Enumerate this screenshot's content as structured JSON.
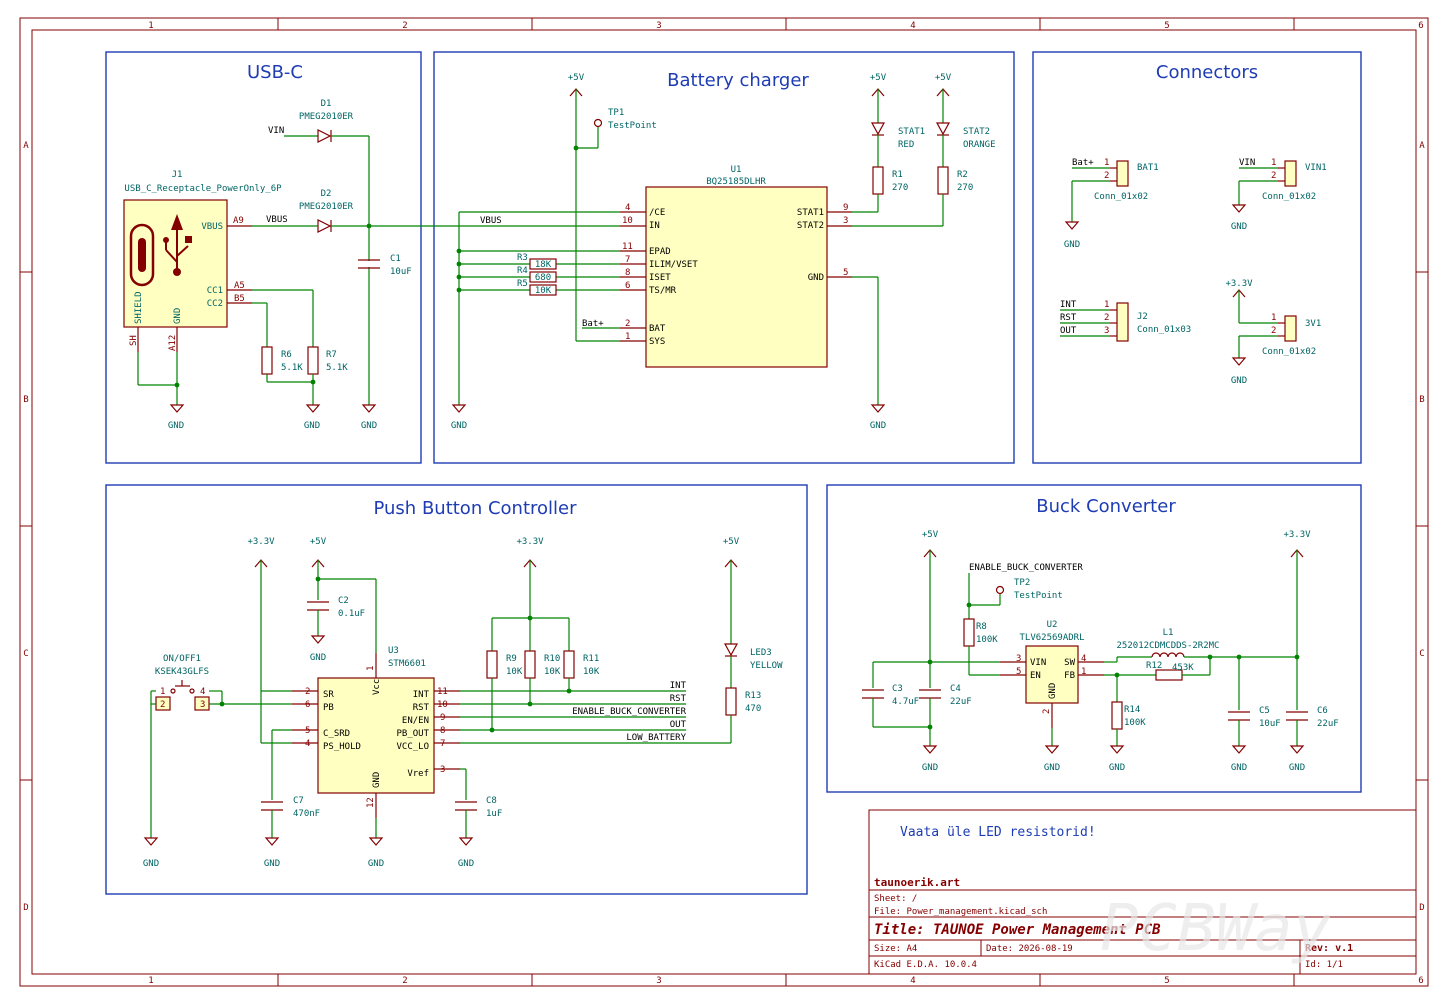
{
  "blocks": {
    "usb": "USB-C",
    "charger": "Battery charger",
    "connectors": "Connectors",
    "pushbutton": "Push Button Controller",
    "buck": "Buck Converter"
  },
  "frame": {
    "cols": [
      "1",
      "2",
      "3",
      "4",
      "5",
      "6"
    ],
    "rows": [
      "A",
      "B",
      "C",
      "D"
    ]
  },
  "titleblock": {
    "note": "Vaata üle LED resistorid!",
    "company": "taunoerik.art",
    "sheet": "Sheet: /",
    "file": "File: Power_management.kicad_sch",
    "title": "Title: TAUNOE Power Management PCB",
    "size": "Size: A4",
    "date": "Date: 2026-08-19",
    "rev": "Rev: v.1",
    "kicad": "KiCad E.D.A. 10.0.4",
    "id": "Id: 1/1"
  },
  "labels": {
    "gnd": "GND",
    "p5v": "+5V",
    "p33v": "+3.3V",
    "vin": "VIN",
    "vbus": "VBUS",
    "batp": "Bat+",
    "int": "INT",
    "rst": "RST",
    "out": "OUT",
    "enbuck": "ENABLE_BUCK_CONVERTER",
    "lowbat": "LOW_BATTERY"
  },
  "usb": {
    "j1_ref": "J1",
    "j1_val": "USB_C_Receptacle_PowerOnly_6P",
    "d1_ref": "D1",
    "d1_val": "PMEG2010ER",
    "d2_ref": "D2",
    "d2_val": "PMEG2010ER",
    "c1_ref": "C1",
    "c1_val": "10uF",
    "r6_ref": "R6",
    "r6_val": "5.1K",
    "r7_ref": "R7",
    "r7_val": "5.1K",
    "pin_vbus": "VBUS",
    "pin_cc1": "CC1",
    "pin_cc2": "CC2",
    "pin_shield": "SHIELD",
    "pin_gnd": "GND",
    "pn_a9": "A9",
    "pn_a5": "A5",
    "pn_b5": "B5",
    "pn_sh": "SH",
    "pn_a12": "A12"
  },
  "charger": {
    "u1_ref": "U1",
    "u1_val": "BQ25185DLHR",
    "tp1_ref": "TP1",
    "tp1_val": "TestPoint",
    "stat1_ref": "STAT1",
    "stat1_val": "RED",
    "stat2_ref": "STAT2",
    "stat2_val": "ORANGE",
    "r1_ref": "R1",
    "r1_val": "270",
    "r2_ref": "R2",
    "r2_val": "270",
    "r3_ref": "R3",
    "r3_val": "18K",
    "r4_ref": "R4",
    "r4_val": "680",
    "r5_ref": "R5",
    "r5_val": "10K",
    "pins_left": [
      "/CE",
      "IN",
      "EPAD",
      "ILIM/VSET",
      "ISET",
      "TS/MR",
      "BAT",
      "SYS"
    ],
    "pinnums_left": [
      "4",
      "10",
      "11",
      "7",
      "8",
      "6",
      "2",
      "1"
    ],
    "pins_right": [
      "STAT1",
      "STAT2",
      "GND"
    ],
    "pinnums_right": [
      "9",
      "3",
      "5"
    ]
  },
  "connectors": {
    "bat1_ref": "BAT1",
    "bat1_val": "Conn_01x02",
    "vin1_ref": "VIN1",
    "vin1_val": "Conn_01x02",
    "j2_ref": "J2",
    "j2_val": "Conn_01x03",
    "v3_ref": "3V1",
    "v3_val": "Conn_01x02",
    "n1": "1",
    "n2": "2",
    "n3": "3"
  },
  "pushbutton": {
    "u3_ref": "U3",
    "u3_val": "STM6601",
    "sw_ref": "ON/OFF1",
    "sw_val": "KSEK43GLFS",
    "c2_ref": "C2",
    "c2_val": "0.1uF",
    "c7_ref": "C7",
    "c7_val": "470nF",
    "c8_ref": "C8",
    "c8_val": "1uF",
    "r9_ref": "R9",
    "r9_val": "10K",
    "r10_ref": "R10",
    "r10_val": "10K",
    "r11_ref": "R11",
    "r11_val": "10K",
    "r13_ref": "R13",
    "r13_val": "470",
    "led3_ref": "LED3",
    "led3_val": "YELLOW",
    "pins_left": [
      "SR",
      "PB",
      "C_SRD",
      "PS_HOLD"
    ],
    "pinnums_left": [
      "2",
      "6",
      "5",
      "4"
    ],
    "pins_right": [
      "INT",
      "RST",
      "EN/EN",
      "PB_OUT",
      "VCC_LO",
      "Vref"
    ],
    "pinnums_right": [
      "11",
      "10",
      "9",
      "8",
      "7",
      "3"
    ],
    "pin_vcc": "Vcc",
    "pin_gnd": "GND",
    "pn_vcc": "1",
    "pn_gnd": "12",
    "sw_pins": [
      "1",
      "2",
      "4",
      "3"
    ]
  },
  "buck": {
    "u2_ref": "U2",
    "u2_val": "TLV62569ADRL",
    "tp2_ref": "TP2",
    "tp2_val": "TestPoint",
    "l1_ref": "L1",
    "l1_val": "252012CDMCDDS-2R2MC",
    "r8_ref": "R8",
    "r8_val": "100K",
    "r12_ref": "R12",
    "r12_val": "453K",
    "r14_ref": "R14",
    "r14_val": "100K",
    "c3_ref": "C3",
    "c3_val": "4.7uF",
    "c4_ref": "C4",
    "c4_val": "22uF",
    "c5_ref": "C5",
    "c5_val": "10uF",
    "c6_ref": "C6",
    "c6_val": "22uF",
    "pins": [
      "VIN",
      "EN",
      "SW",
      "FB",
      "GND"
    ],
    "pinnums": [
      "3",
      "5",
      "4",
      "1",
      "2"
    ]
  },
  "watermark": "PCBWay"
}
